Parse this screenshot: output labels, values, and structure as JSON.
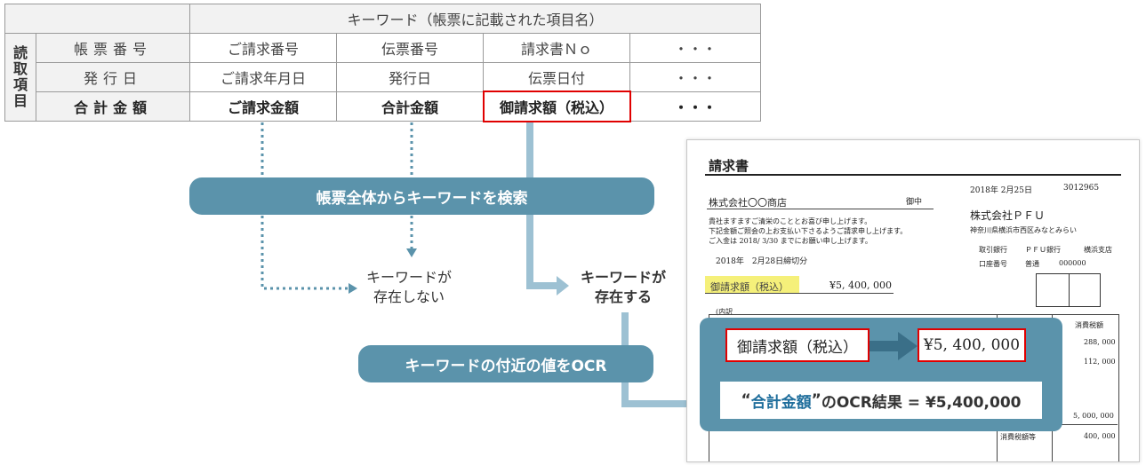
{
  "table": {
    "header": "キーワード（帳票に記載された項目名）",
    "side_label": [
      "読",
      "取",
      "項",
      "目"
    ],
    "rows": [
      {
        "name": "帳票番号",
        "cells": [
          "ご請求番号",
          "伝票番号",
          "請求書Ｎｏ",
          "・・・"
        ]
      },
      {
        "name": "発行日",
        "cells": [
          "ご請求年月日",
          "発行日",
          "伝票日付",
          "・・・"
        ]
      },
      {
        "name": "合計金額",
        "cells": [
          "ご請求金額",
          "合計金額",
          "御請求額（税込）",
          "・・・"
        ]
      }
    ]
  },
  "flow": {
    "search_label": "帳票全体からキーワードを検索",
    "not_exist": [
      "キーワードが",
      "存在しない"
    ],
    "exist": [
      "キーワードが",
      "存在する"
    ],
    "ocr_label": "キーワードの付近の値をOCR"
  },
  "invoice": {
    "title": "請求書",
    "customer": "株式会社〇〇商店",
    "honorific": "御中",
    "date": "2018年 2月25日",
    "number": "3012965",
    "company": "株式会社ＰＦＵ",
    "address": "神奈川県横浜市西区みなとみらい",
    "body": [
      "貴社ますますご清栄のこととお喜び申し上げます。",
      "下記金額ご照会の上お支払い下さるようご請求申し上げます。",
      "ご入金は 2018/ 3/30 までにお願い申し上げます。"
    ],
    "bank_label": "取引銀行",
    "bank": "ＰＦＵ銀行",
    "branch": "横浜支店",
    "account_label": "口座番号",
    "account_type": "普通",
    "account_no": "000000",
    "closing": "2018年　2月28日締切分",
    "amount_label": "御請求額（税込）",
    "amount": "¥5, 400, 000",
    "detail": "(内訳",
    "tax_header": "消費税額",
    "tax_values": [
      "288, 000",
      "112, 000"
    ],
    "sum_value": "5, 000, 000",
    "tax_total_label": "消費税額等",
    "tax_total": "400, 000"
  },
  "overlay": {
    "keyword": "御請求額（税込）",
    "value": "¥5, 400, 000",
    "result_q1": "“",
    "result_key": "合計金額",
    "result_q2": "”",
    "result_rest": "のOCR結果 = ¥5,400,000"
  },
  "colors": {
    "accent": "#1f6e9c",
    "pill": "#5b93ab",
    "highlight": "#e00000",
    "marker": "#f5f07a",
    "dotted": "#5b93ab",
    "solid_arrow": "#9dc1d3"
  }
}
